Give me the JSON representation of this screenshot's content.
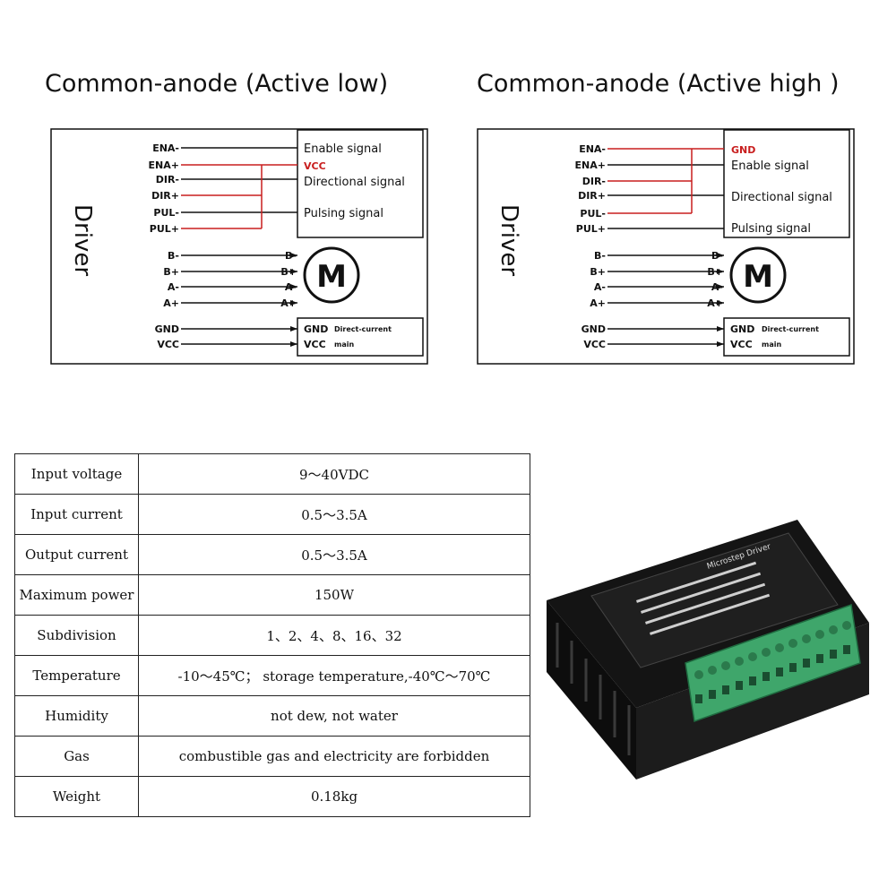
{
  "diagrams": [
    {
      "title": "Common-anode (Active low)",
      "driver_label": "Driver",
      "driver_pins": [
        "ENA-",
        "ENA+",
        "DIR-",
        "DIR+",
        "PUL-",
        "PUL+",
        "B-",
        "B+",
        "A-",
        "A+",
        "GND",
        "VCC"
      ],
      "signal_labels": [
        "Enable signal",
        "VCC",
        "Directional signal",
        "Pulsing signal"
      ],
      "motor_pins": [
        "B-",
        "B+",
        "A-",
        "A+"
      ],
      "motor_symbol": "M",
      "power_pins": [
        "GND",
        "VCC"
      ],
      "power_labels": [
        "Direct-current",
        "main"
      ]
    },
    {
      "title": "Common-anode (Active high )",
      "driver_label": "Driver",
      "driver_pins": [
        "ENA-",
        "ENA+",
        "DIR-",
        "DIR+",
        "PUL-",
        "PUL+",
        "B-",
        "B+",
        "A-",
        "A+",
        "GND",
        "VCC"
      ],
      "signal_labels": [
        "GND",
        "Enable signal",
        "Directional signal",
        "Pulsing signal"
      ],
      "motor_pins": [
        "B-",
        "B+",
        "A-",
        "A+"
      ],
      "motor_symbol": "M",
      "power_pins": [
        "GND",
        "VCC"
      ],
      "power_labels": [
        "Direct-current",
        "main"
      ]
    }
  ],
  "specs": [
    {
      "label": "Input voltage",
      "value": "9～40VDC"
    },
    {
      "label": "Input current",
      "value": "0.5～3.5A"
    },
    {
      "label": "Output current",
      "value": "0.5～3.5A"
    },
    {
      "label": "Maximum power",
      "value": "150W"
    },
    {
      "label": "Subdivision",
      "value": "1、2、4、8、16、32"
    },
    {
      "label": "Temperature",
      "value": "-10～45℃；   storage temperature,-40℃～70℃"
    },
    {
      "label": "Humidity",
      "value": "not dew, not water"
    },
    {
      "label": "Gas",
      "value": "combustible gas and electricity are forbidden"
    },
    {
      "label": "Weight",
      "value": "0.18kg"
    }
  ],
  "product_label": "Microstep Driver",
  "colors": {
    "wire_red": "#c81e1e",
    "heatsink": "#141414",
    "terminal_green": "#3fa66b"
  }
}
